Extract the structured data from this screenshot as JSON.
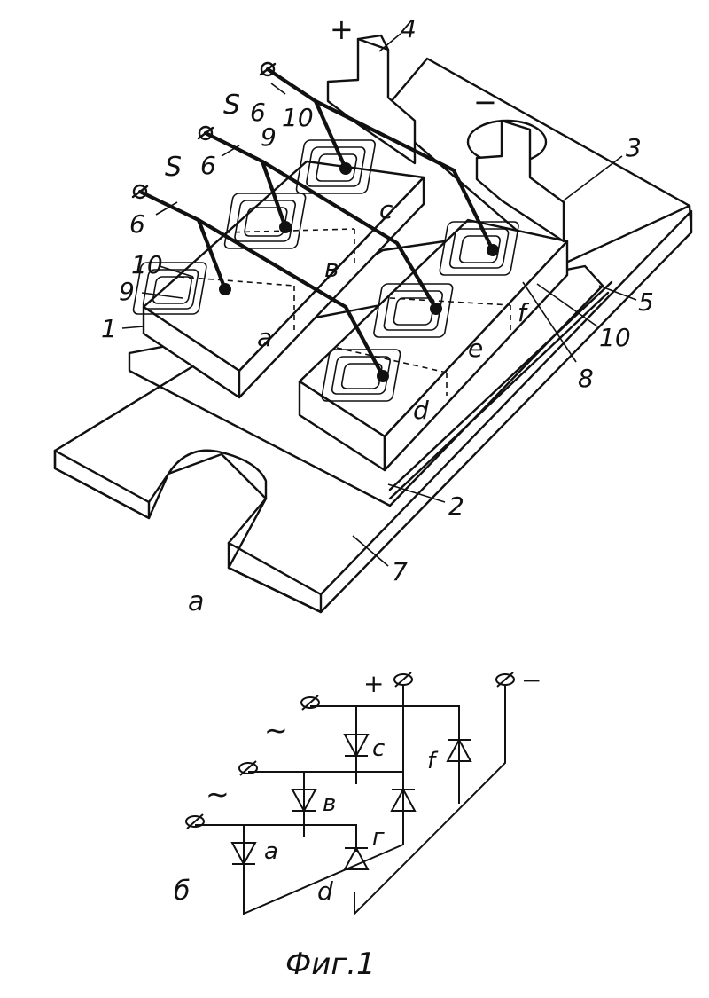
{
  "figure_caption": "Фиг.1",
  "view_a": {
    "view_label": "а",
    "callouts": {
      "n1": "1",
      "n2": "2",
      "n3": "3",
      "n4": "4",
      "n5": "5",
      "n6a": "6",
      "n6b": "6",
      "n6c": "6",
      "n7": "7",
      "n8": "8",
      "n9a": "9",
      "n9b": "9",
      "n10a": "10",
      "n10b": "10",
      "n10c": "10",
      "s1": "S",
      "s2": "S"
    },
    "terminal_signs": {
      "plus": "+",
      "minus": "−"
    },
    "diode_letters": {
      "a": "a",
      "b": "в",
      "c": "c",
      "d": "d",
      "e": "e",
      "f": "f"
    }
  },
  "view_b": {
    "view_label": "б",
    "terminal_plus": "+",
    "terminal_minus": "−",
    "ac_symbols": [
      "~",
      "~"
    ],
    "diode_labels": {
      "a": "a",
      "b": "в",
      "c": "c",
      "d": "d",
      "g": "г",
      "f": "f"
    }
  },
  "icons": [
    "terminal-circle-icon",
    "diode-symbol-icon",
    "spiral-coil-icon"
  ]
}
